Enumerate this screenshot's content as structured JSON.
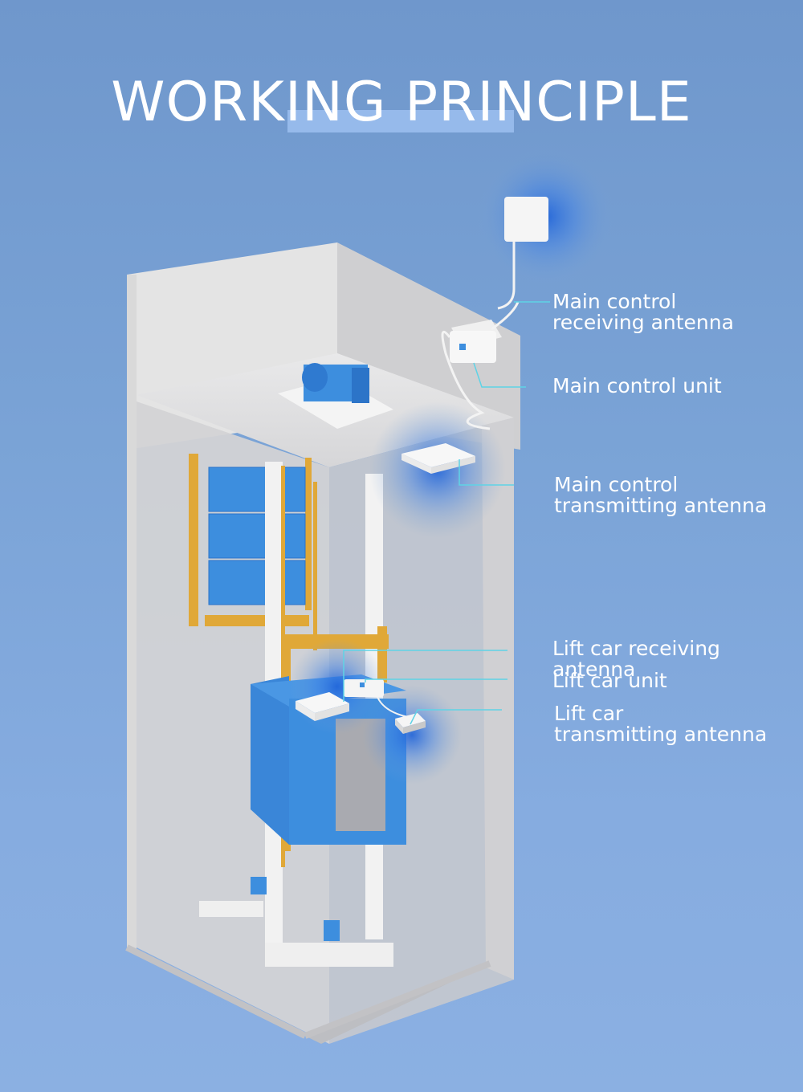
{
  "title": "WORKING PRINCIPLE",
  "colors": {
    "background_top": "#6f97cc",
    "background_bottom": "#8bb0e2",
    "shaft_wall": "#dcdcdc",
    "lift_car": "#3d8ede",
    "rail": "#e0a838",
    "leader_line": "#5fd3e6",
    "signal_wave": "#2f6fd8"
  },
  "labels": {
    "main_control_receiving_antenna": "Main control\nreceiving antenna",
    "main_control_unit": "Main control unit",
    "main_control_transmitting_antenna": "Main control\ntransmitting antenna",
    "lift_car_receiving_antenna": "Lift car receiving antenna",
    "lift_car_unit": "Lift car unit",
    "lift_car_transmitting_antenna": "Lift car\ntransmitting antenna"
  }
}
